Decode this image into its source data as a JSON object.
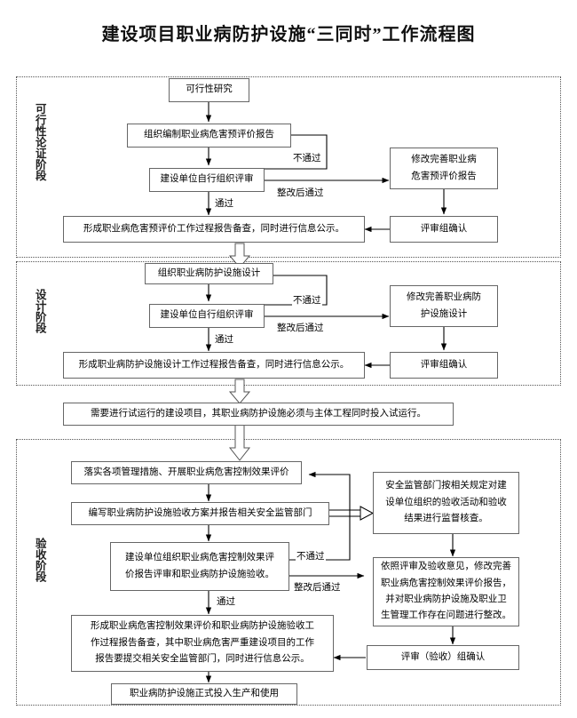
{
  "title": "建设项目职业病防护设施“三同时”工作流程图",
  "stages": [
    {
      "key": "feasibility",
      "label": "可行性论证阶段"
    },
    {
      "key": "design",
      "label": "设计阶段"
    },
    {
      "key": "acceptance",
      "label": "验收阶段"
    }
  ],
  "nodes": {
    "n1": "可行性研究",
    "n2": "组织编制职业病危害预评价报告",
    "n3": "建设单位自行组织评审",
    "n4": "修改完善职业病\n危害预评价报告",
    "n5": "评审组确认",
    "n6": "形成职业病危害预评价工作过程报告备查，同时进行信息公示。",
    "n7": "组织职业病防护设施设计",
    "n8": "建设单位自行组织评审",
    "n9": "修改完善职业病防\n护设施设计",
    "n10": "评审组确认",
    "n11": "形成职业病防护设施设计工作过程报告备查，同时进行信息公示。",
    "n12": "需要进行试运行的建设项目，其职业病防护设施必须与主体工程同时投入试运行。",
    "n13": "落实各项管理措施、开展职业病危害控制效果评价",
    "n14": "编写职业病防护设施验收方案并报告相关安全监管部门",
    "n15": "建设单位组织职业病危害控制效果评\n价报告评审和职业病防护设施验收。",
    "n16": "安全监管部门按相关规定对建\n设单位组织的验收活动和验收\n结果进行监督核查。",
    "n17": "依照评审及验收意见，修改完善\n职业病危害控制效果评价报告，\n并对职业病防护设施及职业卫\n生管理工作存在问题进行整改。",
    "n18": "评审（验收）组确认",
    "n19": "形成职业病危害控制效果评价和职业病防护设施验收工\n作过程报告备查，其中职业病危害严重建设项目的工作\n报告要提交相关安全监管部门，同时进行信息公示。",
    "n20": "职业病防护设施正式投入生产和使用"
  },
  "edge_labels": {
    "e1_fail": "不通过",
    "e1_pass_fix": "整改后通过",
    "e1_pass": "通过",
    "e2_fail": "不通过",
    "e2_pass_fix": "整改后通过",
    "e2_pass": "通过",
    "e3_fail": "不通过",
    "e3_pass_fix": "整改后通过",
    "e3_pass": "通过"
  },
  "colors": {
    "box_border": "#666666",
    "stage_border": "#555555",
    "line": "#000000",
    "text": "#000000",
    "background": "#ffffff"
  }
}
